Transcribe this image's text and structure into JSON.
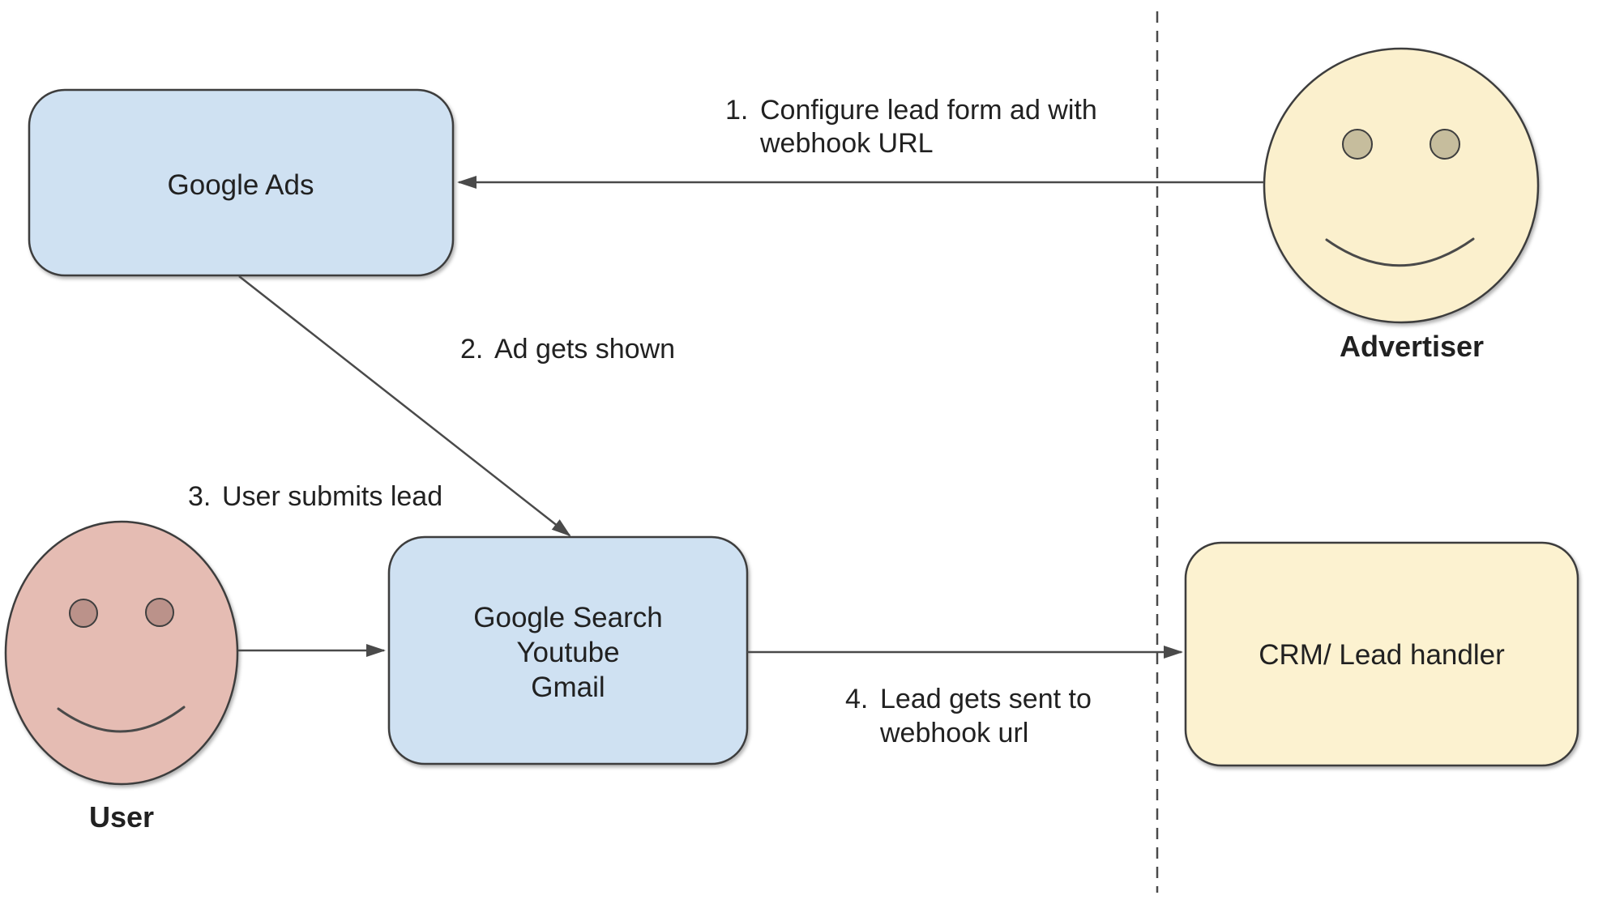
{
  "diagram": {
    "nodes": {
      "google_ads": {
        "label": "Google Ads"
      },
      "google_surfaces": {
        "lines": [
          "Google Search",
          "Youtube",
          "Gmail"
        ]
      },
      "crm": {
        "label": "CRM/ Lead handler"
      }
    },
    "actors": {
      "advertiser": {
        "label": "Advertiser"
      },
      "user": {
        "label": "User"
      }
    },
    "steps": {
      "s1": {
        "num": "1.",
        "lines": [
          "Configure lead form ad with",
          "webhook URL"
        ]
      },
      "s2": {
        "num": "2.",
        "lines": [
          "Ad gets shown"
        ]
      },
      "s3": {
        "num": "3.",
        "lines": [
          "User submits lead"
        ]
      },
      "s4": {
        "num": "4.",
        "lines": [
          "Lead gets sent to",
          "webhook url"
        ]
      }
    }
  },
  "colors": {
    "background": "#ffffff",
    "node_blue_fill": "#cfe1f2",
    "node_yellow_fill": "#fcf2d0",
    "advertiser_face_fill": "#fbf0cd",
    "advertiser_eye_fill": "#c6bd9d",
    "user_face_fill": "#e5bcb3",
    "user_eye_fill": "#bb928a",
    "border": "#3e3e3e",
    "line": "#4a4a4a",
    "ink": "#212121"
  }
}
